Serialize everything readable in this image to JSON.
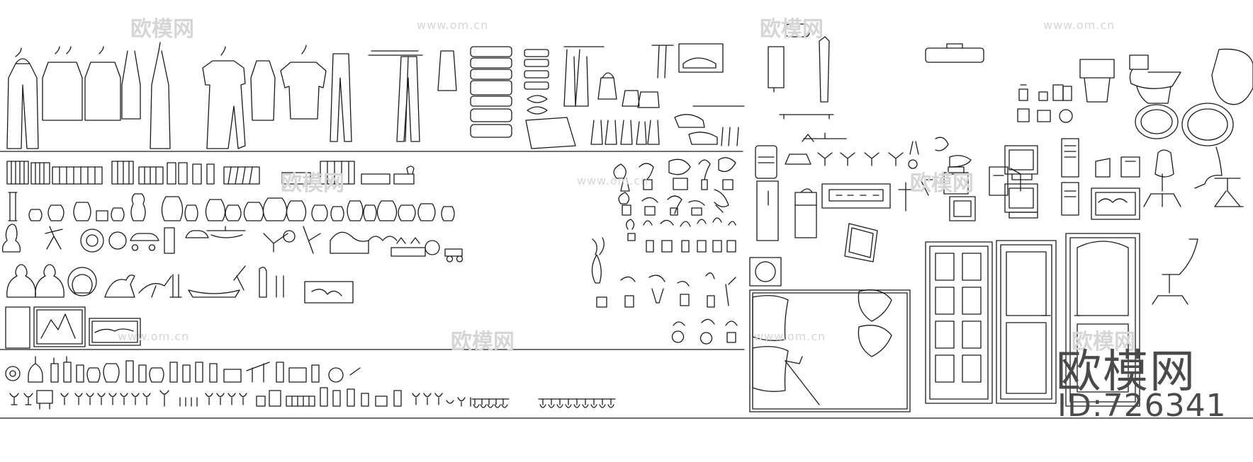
{
  "brand": {
    "name": "欧模网",
    "id_label": "ID:726341"
  },
  "watermark": {
    "cn": "欧模网",
    "url": "www.om.cn"
  },
  "colors": {
    "line": "#1a1a1a",
    "watermark": "#d6d6d6",
    "brand": "#4a4a4a"
  }
}
